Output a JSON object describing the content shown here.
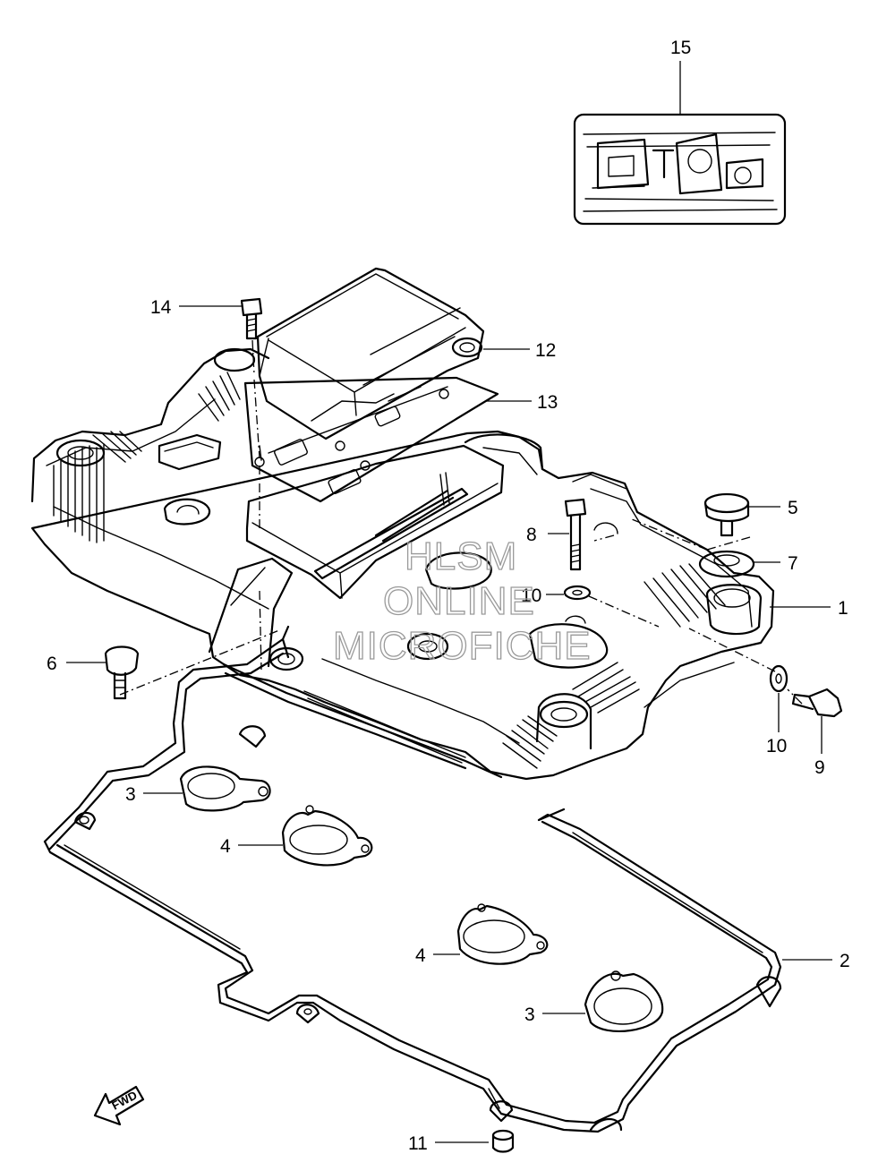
{
  "watermark": [
    "HLSM",
    "ONLINE",
    "MICROFICHE"
  ],
  "fwd_label": "FWD",
  "callouts": [
    {
      "id": "c15",
      "label": "15"
    },
    {
      "id": "c14",
      "label": "14"
    },
    {
      "id": "c12",
      "label": "12"
    },
    {
      "id": "c13",
      "label": "13"
    },
    {
      "id": "c5",
      "label": "5"
    },
    {
      "id": "c8",
      "label": "8"
    },
    {
      "id": "c7",
      "label": "7"
    },
    {
      "id": "c10a",
      "label": "10"
    },
    {
      "id": "c1",
      "label": "1"
    },
    {
      "id": "c6",
      "label": "6"
    },
    {
      "id": "c10b",
      "label": "10"
    },
    {
      "id": "c9",
      "label": "9"
    },
    {
      "id": "c3a",
      "label": "3"
    },
    {
      "id": "c4a",
      "label": "4"
    },
    {
      "id": "c4b",
      "label": "4"
    },
    {
      "id": "c2",
      "label": "2"
    },
    {
      "id": "c3b",
      "label": "3"
    },
    {
      "id": "c11",
      "label": "11"
    }
  ]
}
